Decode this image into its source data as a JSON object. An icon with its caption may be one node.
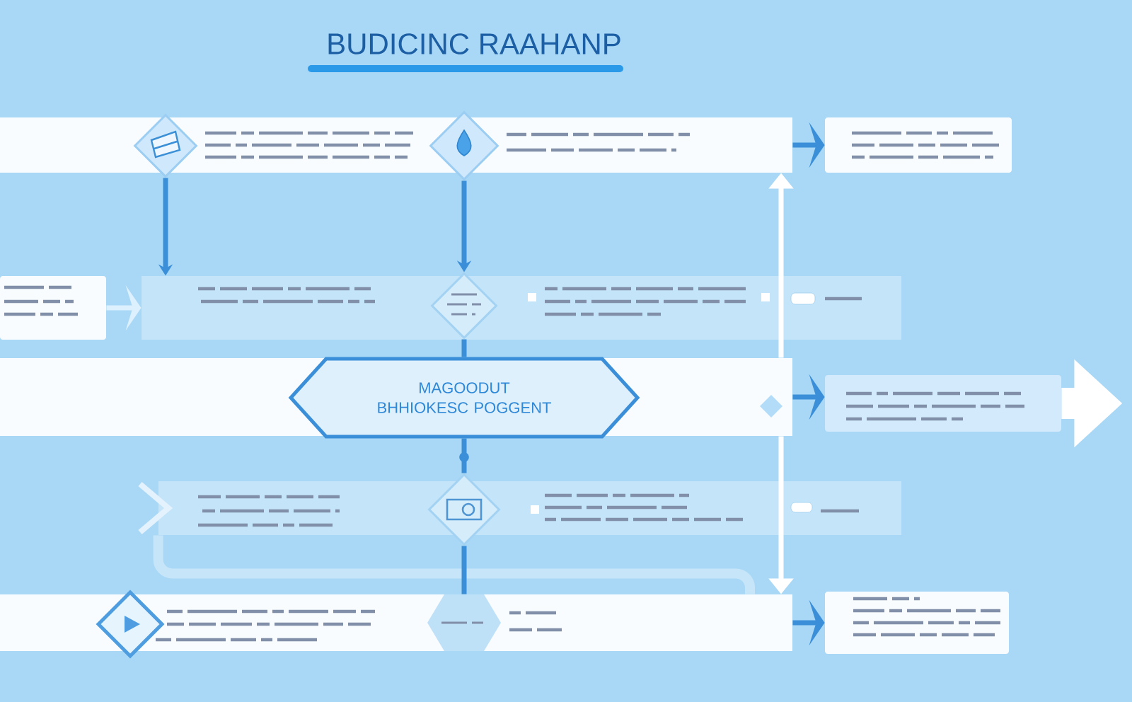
{
  "diagram": {
    "title": "BUDICINC RAAHANP",
    "nodes": [
      {
        "text": [],
        "shape": "bar"
      },
      {
        "text": [],
        "shape": "diamond",
        "in": 0
      },
      {
        "text": [],
        "shape": "diamond",
        "in": 0
      },
      {
        "text": [],
        "shape": "box"
      },
      {
        "text": [],
        "shape": "box"
      },
      {
        "text": [],
        "shape": "bar"
      },
      {
        "text": [],
        "shape": "diamond",
        "in": 5
      },
      {
        "text": [],
        "shape": "bar"
      },
      {
        "text": [
          "MAGOODUT BHHIOKESC POGGENT"
        ],
        "in": 7
      },
      {
        "text": [],
        "shape": "box"
      },
      {
        "text": [],
        "shape": "bar"
      },
      {
        "text": [],
        "shape": "diamond",
        "in": 10
      },
      {
        "text": [],
        "shape": "bar"
      },
      {
        "text": [],
        "shape": "diamond",
        "in": 12
      },
      {
        "text": [],
        "shape": "hexagon",
        "in": 12
      },
      {
        "text": [],
        "shape": "box"
      }
    ],
    "edges": [
      {
        "from": 0,
        "to": 3,
        "arrow": "to"
      },
      {
        "from": 1,
        "to": 5,
        "arrow": "to"
      },
      {
        "from": 2,
        "to": 6,
        "arrow": "to"
      },
      {
        "from": 4,
        "to": 5,
        "arrow": "to",
        "color": "#dcf0fd"
      },
      {
        "from": 6,
        "to": 8,
        "arrow": "none"
      },
      {
        "from": 7,
        "to": 0,
        "arrow": "to",
        "color": "#ffffff"
      },
      {
        "from": 7,
        "to": 9,
        "arrow": "to"
      },
      {
        "from": 7,
        "to": 12,
        "arrow": "to",
        "color": "#ffffff"
      },
      {
        "from": 8,
        "to": 11,
        "arrow": "none"
      },
      {
        "from": 9,
        "to": null,
        "arrow": "to",
        "style": "thick",
        "color": "#ffffff"
      },
      {
        "from": 10,
        "to": 12,
        "arrow": "none",
        "style": "thick",
        "color": "#c6e5f9"
      },
      {
        "from": 11,
        "to": 14,
        "arrow": "none"
      },
      {
        "from": 12,
        "to": 15,
        "arrow": "to"
      }
    ]
  }
}
